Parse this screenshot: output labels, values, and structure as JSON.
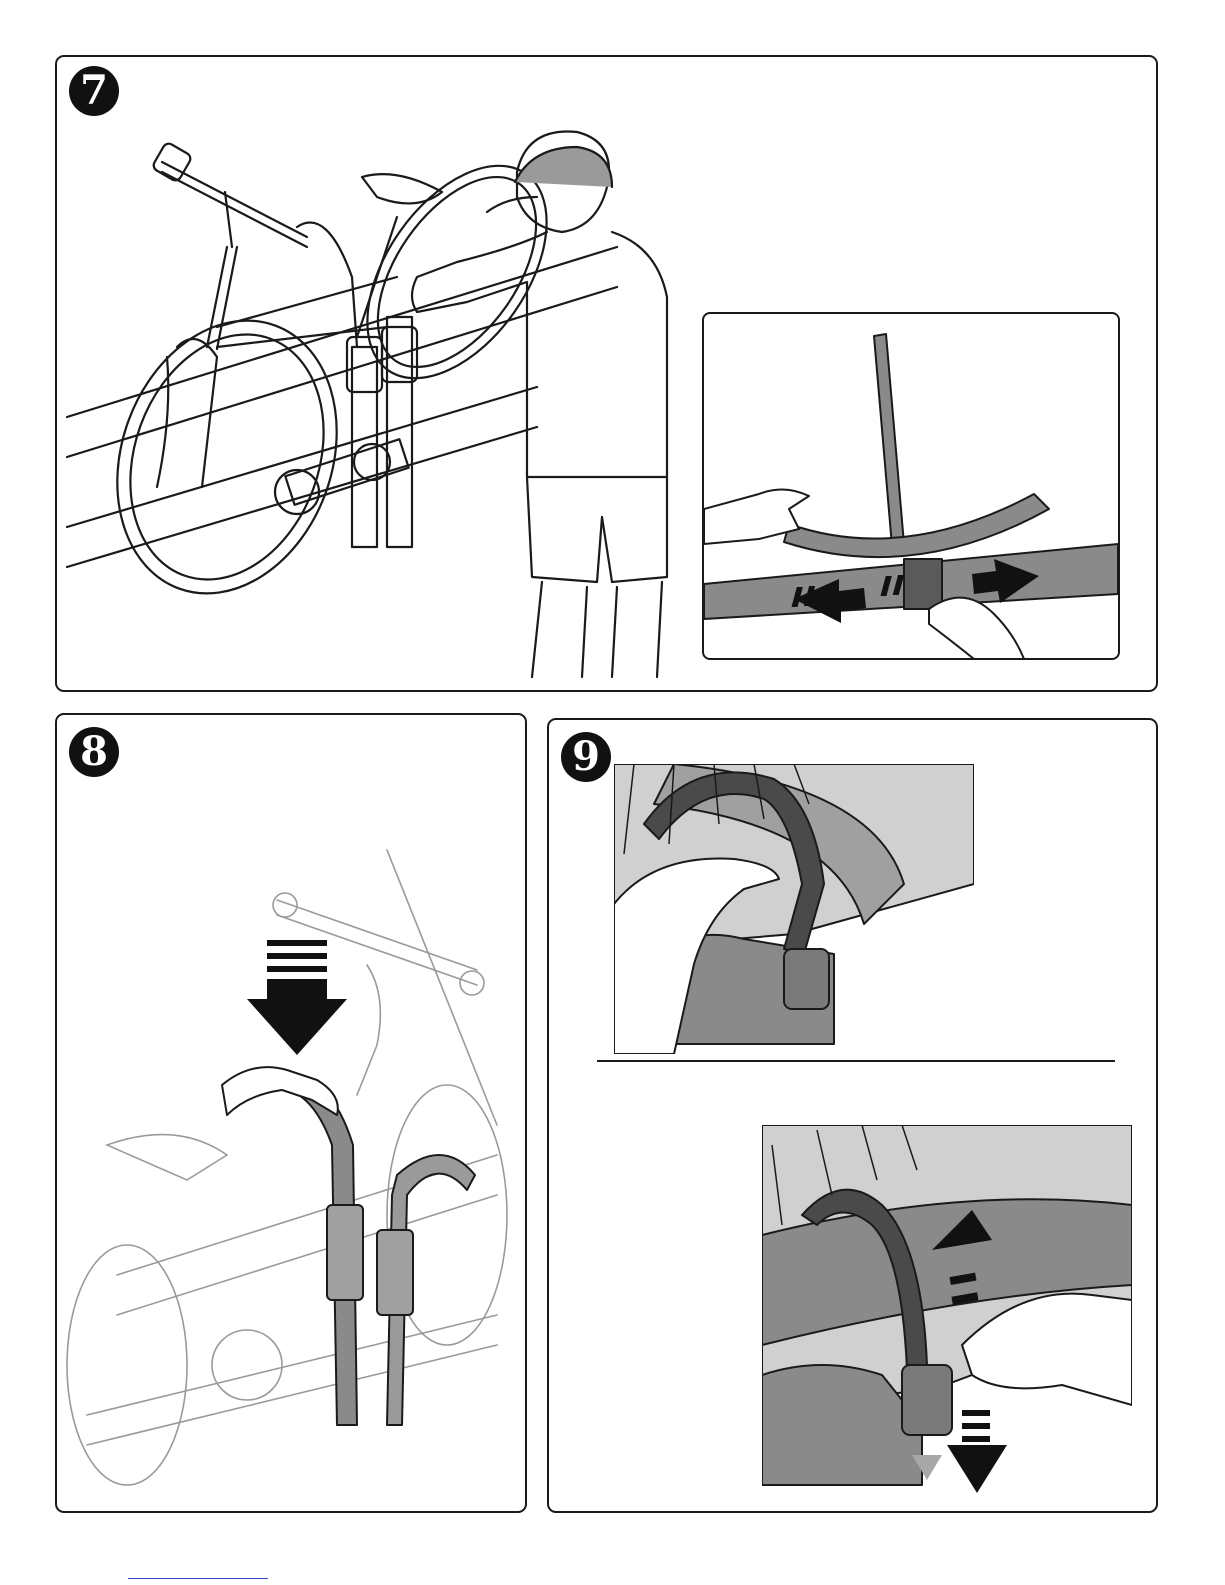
{
  "steps": [
    {
      "number": "7"
    },
    {
      "number": "8"
    },
    {
      "number": "9"
    }
  ],
  "colors": {
    "line": "#1a1a1a",
    "part_gray": "#8a8a8a",
    "light_gray": "#c9c9c9",
    "dark_gray": "#5a5a5a"
  },
  "icons": [
    "wheel-cradle-slide-arrows",
    "press-down-arrow",
    "strap-pull-arrows"
  ]
}
